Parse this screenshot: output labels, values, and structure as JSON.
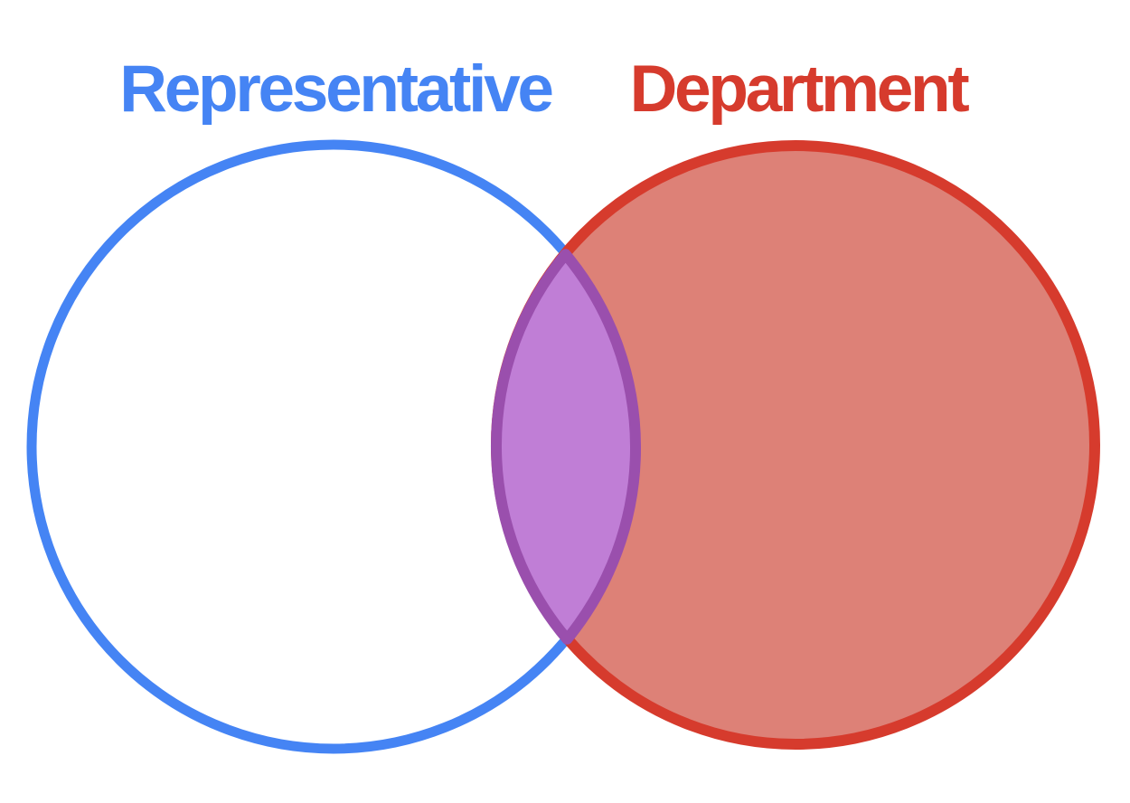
{
  "diagram": {
    "type": "venn",
    "sets": [
      {
        "label": "Representative"
      },
      {
        "label": "Department"
      }
    ],
    "overlap": {
      "label": ""
    }
  },
  "colors": {
    "background": "#ffffff",
    "representative": "#4584f4",
    "department": "#d63b2d",
    "department_fill": "#dd8177",
    "overlap_fill": "#c07ed6",
    "overlap_stroke": "#9a4fad"
  }
}
